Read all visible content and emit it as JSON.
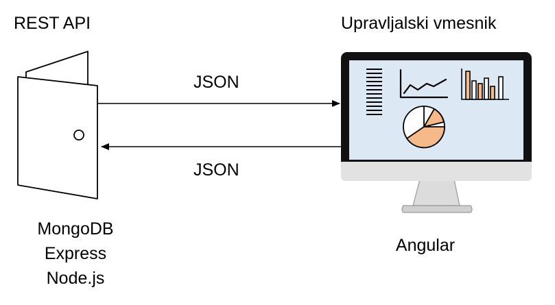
{
  "backend": {
    "title": "REST API",
    "stack": [
      "MongoDB",
      "Express",
      "Node.js"
    ]
  },
  "frontend": {
    "title": "Upravljalski vmesnik",
    "framework": "Angular"
  },
  "arrows": {
    "request_label": "JSON",
    "response_label": "JSON"
  },
  "colors": {
    "screen": "#dce9f4",
    "accent": "#f5b98a",
    "bezel": "#111111"
  }
}
